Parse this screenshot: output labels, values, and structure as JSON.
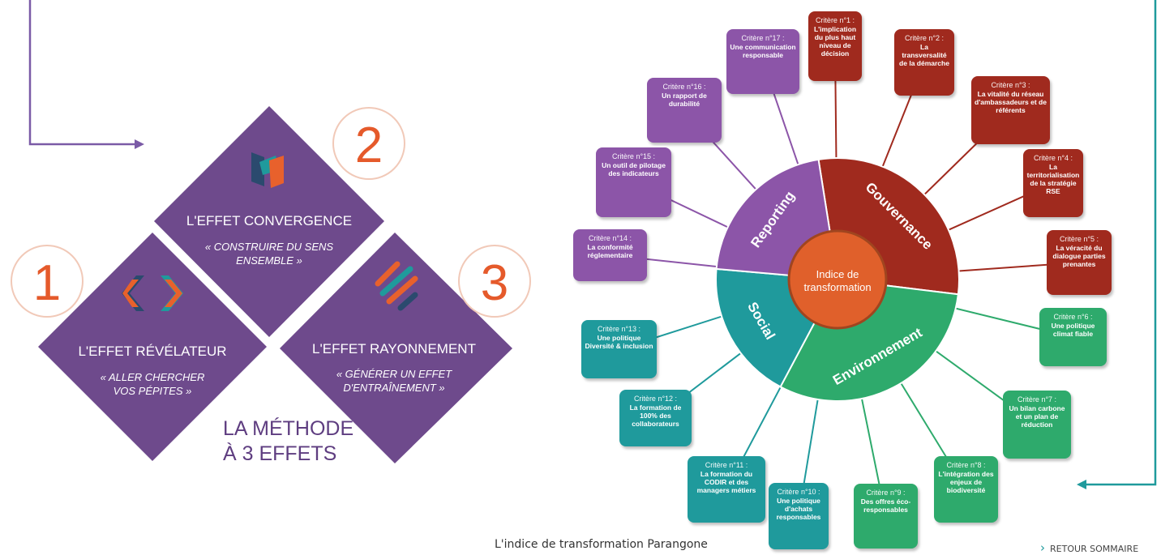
{
  "method": {
    "title_lines": [
      "LA MÉTHODE",
      "À 3 EFFETS"
    ],
    "effects": [
      {
        "number": "1",
        "title": "L'EFFET RÉVÉLATEUR",
        "subtitle_lines": [
          "« ALLER CHERCHER",
          "VOS PÉPITES »"
        ]
      },
      {
        "number": "2",
        "title": "L'EFFET CONVERGENCE",
        "subtitle_lines": [
          "« CONSTRUIRE DU SENS",
          "ENSEMBLE »"
        ]
      },
      {
        "number": "3",
        "title": "L'EFFET RAYONNEMENT",
        "subtitle_lines": [
          "« GÉNÉRER UN EFFET",
          "D'ENTRAÎNEMENT »"
        ]
      }
    ],
    "colors": {
      "diamond": "#6e4a8c",
      "number": "#e55a2b",
      "orange": "#e8612c",
      "teal": "#1f9a9c",
      "navy": "#2b4a6e"
    }
  },
  "wheel": {
    "center": "Indice de transformation",
    "sectors": [
      {
        "label": "Gouvernance",
        "color": "#a02a1e"
      },
      {
        "label": "Environnement",
        "color": "#2eaa6c"
      },
      {
        "label": "Social",
        "color": "#1f9a9c"
      },
      {
        "label": "Reporting",
        "color": "#8c55a8"
      }
    ],
    "center_color": "#e0602b",
    "criteria": [
      {
        "title": "Critère n°1 :",
        "text": "L'implication du plus haut niveau de décision",
        "group": "gouvernance"
      },
      {
        "title": "Critère n°2 :",
        "text": "La transversalité de la démarche",
        "group": "gouvernance"
      },
      {
        "title": "Critère n°3 :",
        "text": "La vitalité du réseau d'ambassadeurs et de référents",
        "group": "gouvernance"
      },
      {
        "title": "Critère n°4 :",
        "text": "La territorialisation de la stratégie RSE",
        "group": "gouvernance"
      },
      {
        "title": "Critère n°5 :",
        "text": "La véracité du dialogue parties prenantes",
        "group": "gouvernance"
      },
      {
        "title": "Critère n°6 :",
        "text": "Une politique climat fiable",
        "group": "environnement"
      },
      {
        "title": "Critère n°7 :",
        "text": "Un bilan carbone et un plan de réduction",
        "group": "environnement"
      },
      {
        "title": "Critère n°8 :",
        "text": "L'intégration des enjeux de biodiversité",
        "group": "environnement"
      },
      {
        "title": "Critère n°9 :",
        "text": "Des offres éco-responsables",
        "group": "environnement"
      },
      {
        "title": "Critère n°10 :",
        "text": "Une politique d'achats responsables",
        "group": "social"
      },
      {
        "title": "Critère n°11 :",
        "text": "La formation du CODIR et des managers métiers",
        "group": "social"
      },
      {
        "title": "Critère n°12 :",
        "text": "La formation de 100% des collaborateurs",
        "group": "social"
      },
      {
        "title": "Critère n°13 :",
        "text": "Une politique Diversité & inclusion",
        "group": "social"
      },
      {
        "title": "Critère n°14 :",
        "text": "La conformité réglementaire",
        "group": "reporting"
      },
      {
        "title": "Critère n°15 :",
        "text": "Un outil de pilotage des indicateurs",
        "group": "reporting"
      },
      {
        "title": "Critère n°16 :",
        "text": "Un rapport de durabilité",
        "group": "reporting"
      },
      {
        "title": "Critère n°17 :",
        "text": "Une communication responsable",
        "group": "reporting"
      }
    ]
  },
  "footer": {
    "caption": "L'indice de transformation Parangone",
    "back_link": "RETOUR SOMMAIRE",
    "back_icon": "chevron-right-icon"
  }
}
